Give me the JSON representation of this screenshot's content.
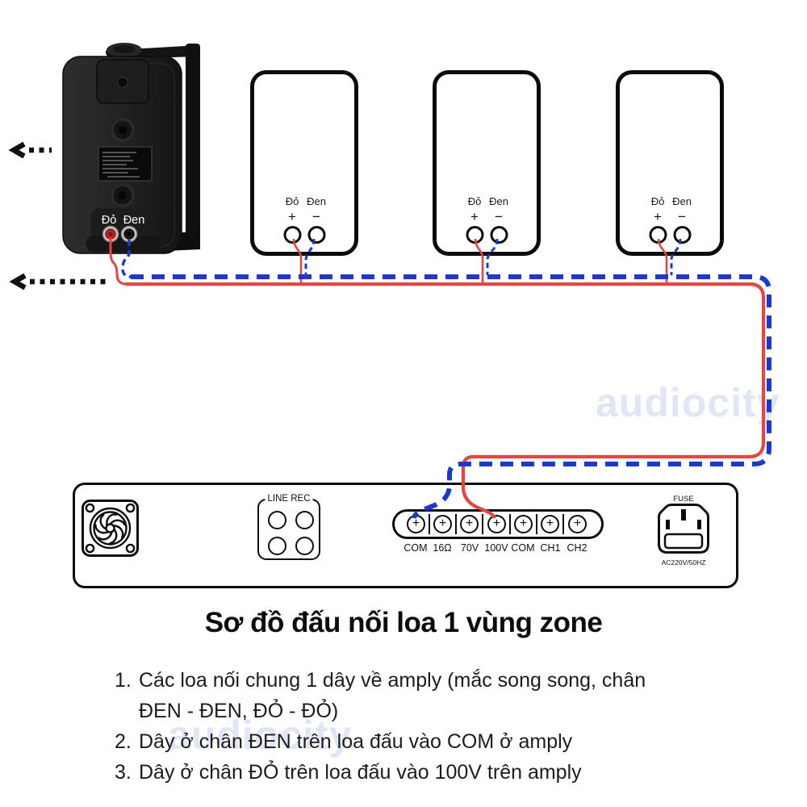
{
  "watermark": {
    "text": "audiocity",
    "color": "#dfe6f5"
  },
  "colors": {
    "red_wire": "#e84440",
    "blue_wire": "#1c38d4",
    "outline": "#0b0b0b",
    "watermark": "#dfe6f5"
  },
  "wall_speaker": {
    "red_label": "Đỏ",
    "black_label": "Đen"
  },
  "speakers": [
    {
      "red_label": "Đỏ",
      "black_label": "Đen",
      "plus_symbol": "+",
      "minus_symbol": "−"
    },
    {
      "red_label": "Đỏ",
      "black_label": "Đen",
      "plus_symbol": "+",
      "minus_symbol": "−"
    },
    {
      "red_label": "Đỏ",
      "black_label": "Đen",
      "plus_symbol": "+",
      "minus_symbol": "−"
    }
  ],
  "amplifier": {
    "line_rec_label": "LINE REC",
    "plus_symbol": "+",
    "terminal_labels": [
      "COM",
      "16Ω",
      "70V",
      "100V",
      "COM",
      "CH1",
      "CH2"
    ],
    "fuse_label": "FUSE",
    "power_label": "AC220V/50HZ"
  },
  "title": "Sơ đồ đấu nối loa 1 vùng zone",
  "instructions": [
    {
      "number": "1.",
      "text": "Các loa nối chung 1 dây về amply (mắc song song, chân ĐEN - ĐEN, ĐỎ - ĐỎ)"
    },
    {
      "number": "2.",
      "text": "Dây ở chân ĐEN trên loa đấu vào COM ở amply"
    },
    {
      "number": "3.",
      "text": "Dây ở chân ĐỎ trên loa đấu vào 100V trên amply"
    }
  ]
}
